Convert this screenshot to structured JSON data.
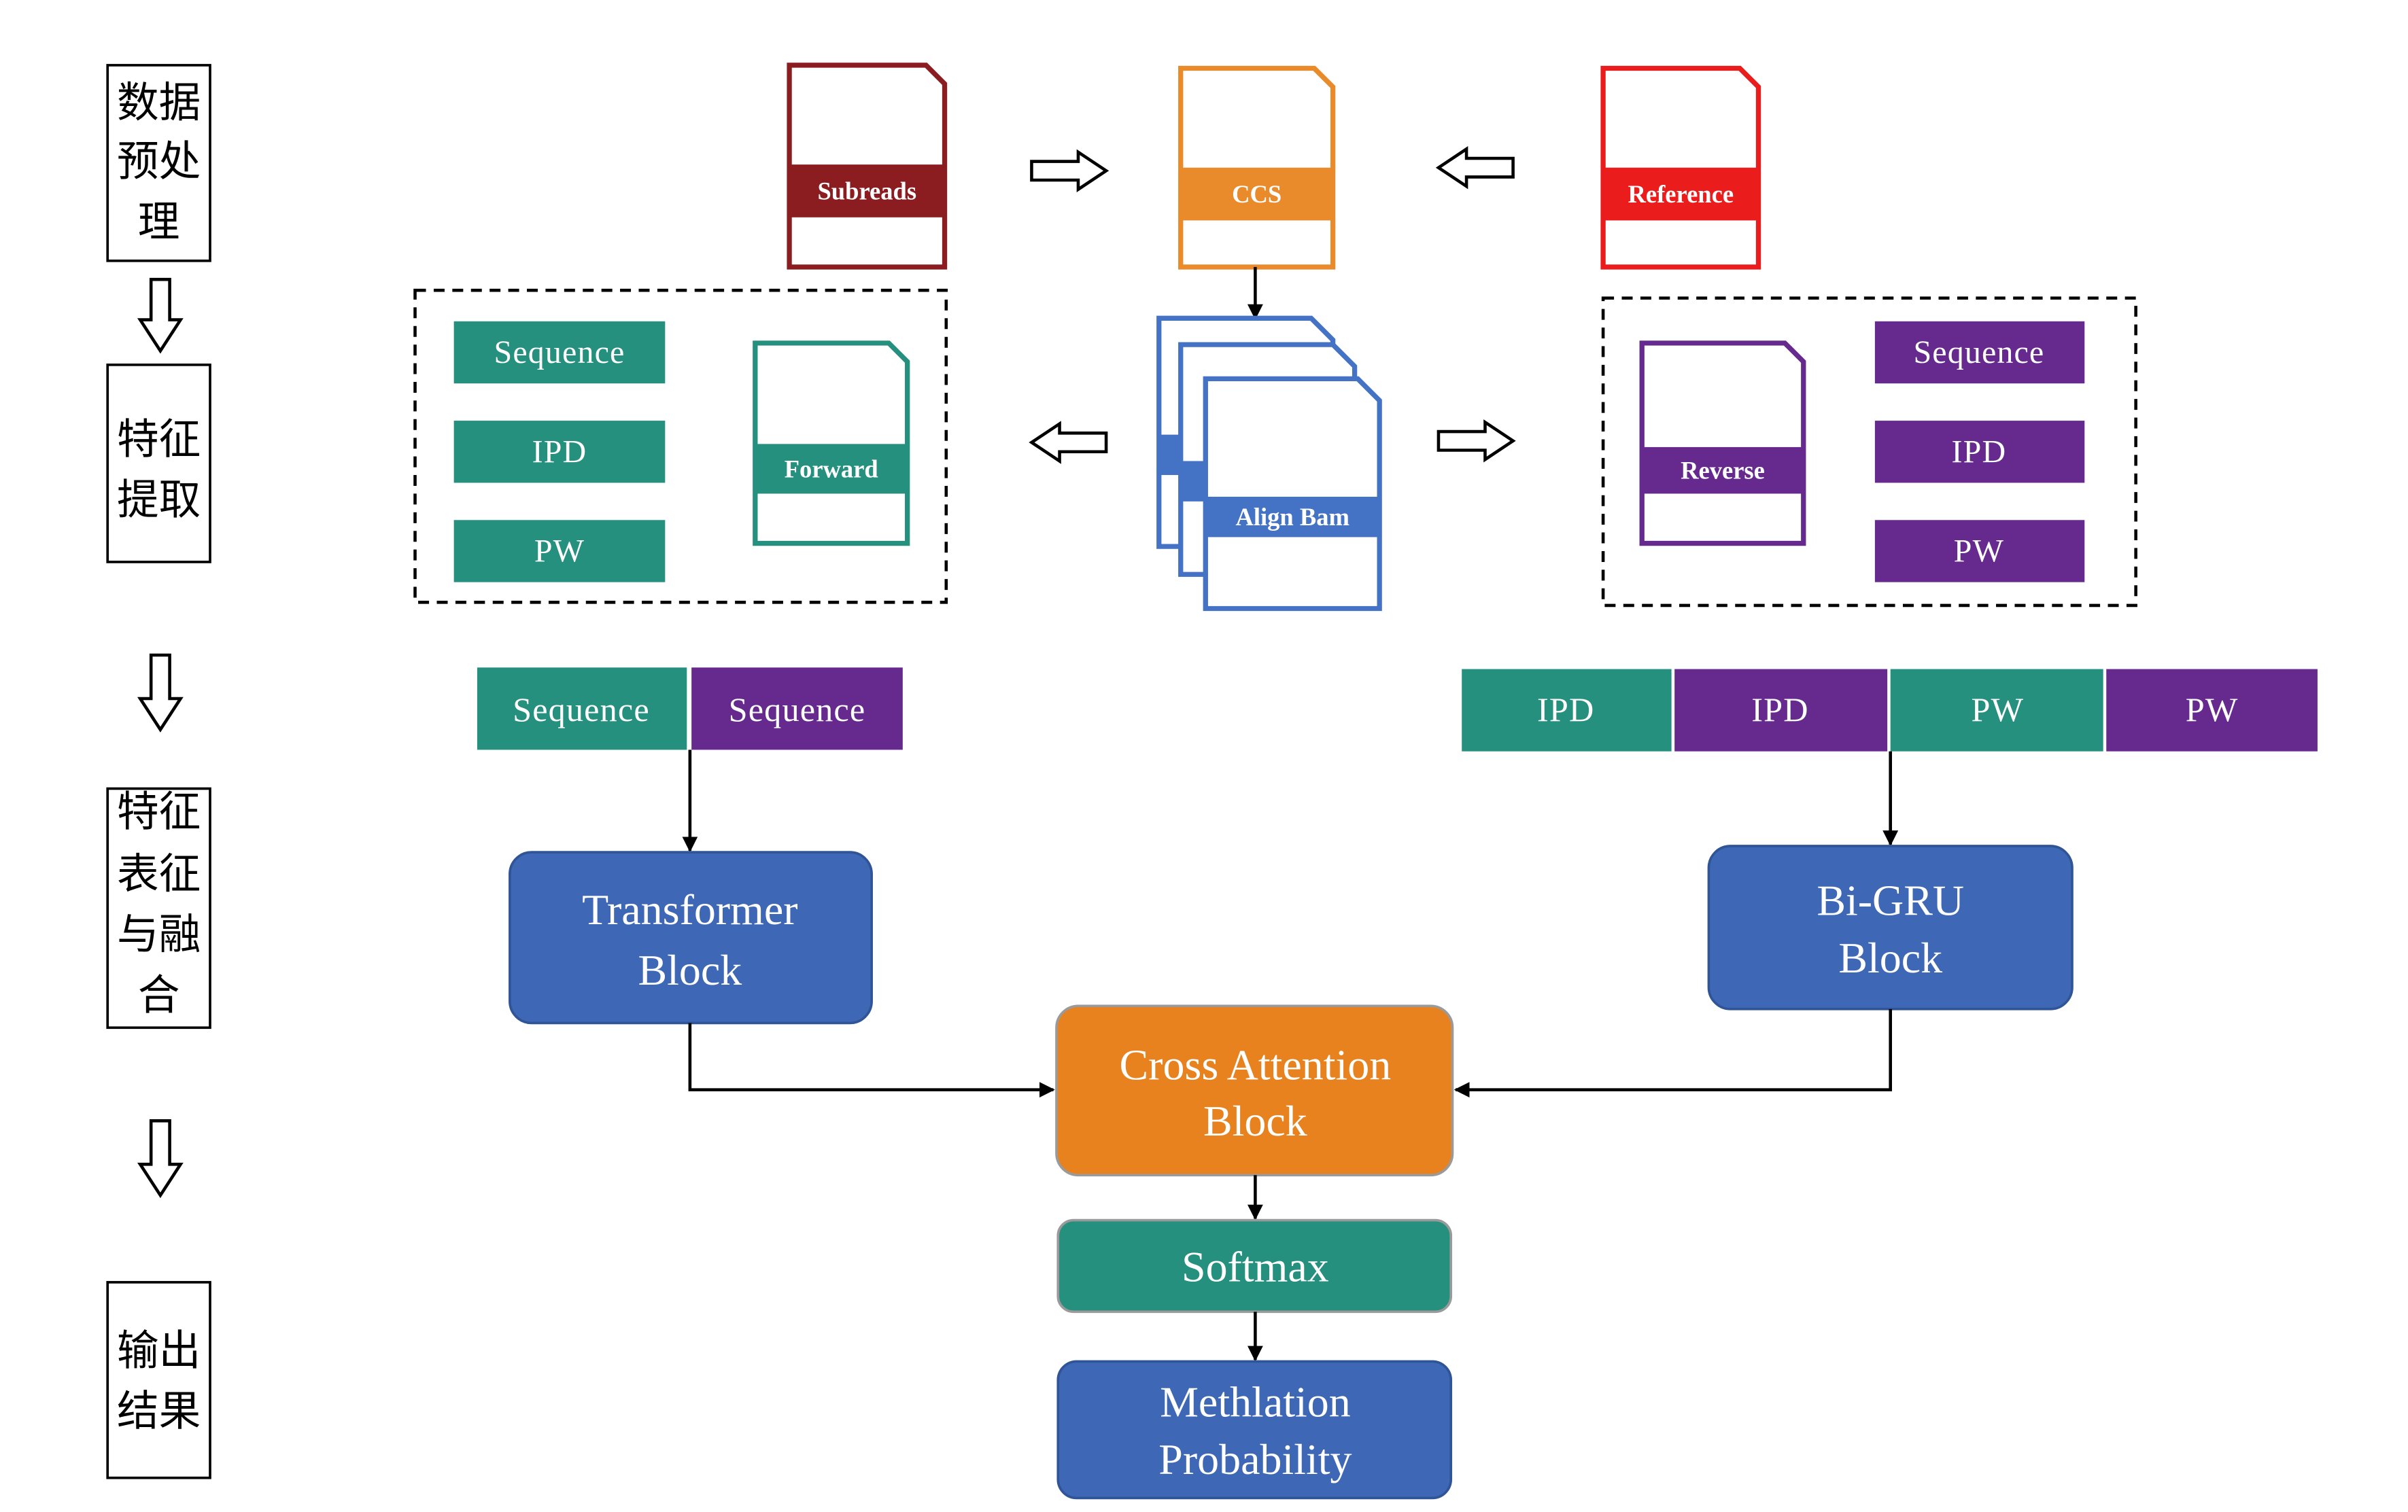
{
  "stages": {
    "preprocess": [
      "数据",
      "预处",
      "理"
    ],
    "extract": [
      "特征",
      "提取"
    ],
    "fusion": [
      "特征",
      "表征",
      "与融",
      "合"
    ],
    "output": [
      "输出",
      "结果"
    ]
  },
  "files": {
    "subreads": "Subreads",
    "ccs": "CCS",
    "reference": "Reference",
    "align_bam": "Align Bam",
    "forward": "Forward",
    "reverse": "Reverse"
  },
  "forward_features": [
    "Sequence",
    "IPD",
    "PW"
  ],
  "reverse_features": [
    "Sequence",
    "IPD",
    "PW"
  ],
  "sequence_inputs": [
    "Sequence",
    "Sequence"
  ],
  "signal_inputs": [
    "IPD",
    "IPD",
    "PW",
    "PW"
  ],
  "blocks": {
    "transformer": [
      "Transformer",
      "Block"
    ],
    "bigru": [
      "Bi-GRU",
      "Block"
    ],
    "cross_attention": [
      "Cross Attention",
      "Block"
    ],
    "softmax": "Softmax",
    "output": [
      "Methlation",
      "Probability"
    ]
  },
  "colors": {
    "forward": "#26907f",
    "reverse": "#662a8f",
    "subreads": "#8b1c1f",
    "ccs": "#e98a2b",
    "reference": "#ea1c1c",
    "align_bam": "#4472c4",
    "block_blue": "#3e67b6",
    "cross_attention": "#e8821f",
    "softmax": "#26907f"
  }
}
